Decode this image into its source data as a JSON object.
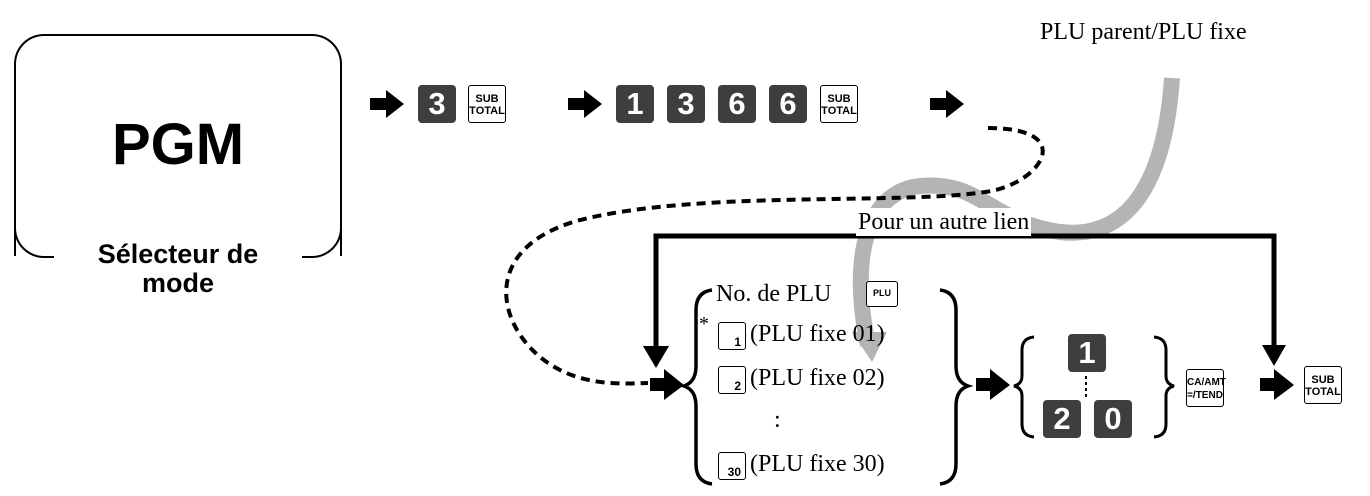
{
  "mode_selector": {
    "title": "PGM",
    "caption": "Sélecteur de mode"
  },
  "sequence": {
    "key_3": "3",
    "subtotal_key": [
      "SUB",
      "TOTAL"
    ],
    "digits": [
      "1",
      "3",
      "6",
      "6"
    ]
  },
  "annotations": {
    "parent_label": "PLU parent/PLU fixe",
    "loop_label": "Pour un autre lien",
    "asterisk": "*"
  },
  "plu_list": {
    "header": "No. de PLU",
    "plu_key": "PLU",
    "items": [
      {
        "key": "1",
        "label": "(PLU fixe 01)"
      },
      {
        "key": "2",
        "label": "(PLU fixe 02)"
      },
      {
        "ellipsis": ":"
      },
      {
        "key": "30",
        "label": "(PLU fixe 30)"
      }
    ]
  },
  "range": {
    "top": "1",
    "bottom": [
      "2",
      "0"
    ]
  },
  "ca_key": [
    "CA/AMT",
    "=/TEND"
  ],
  "colors": {
    "key_fill": "#3e3e3e",
    "gray_arrow": "#b4b4b4",
    "ink": "#000000"
  }
}
